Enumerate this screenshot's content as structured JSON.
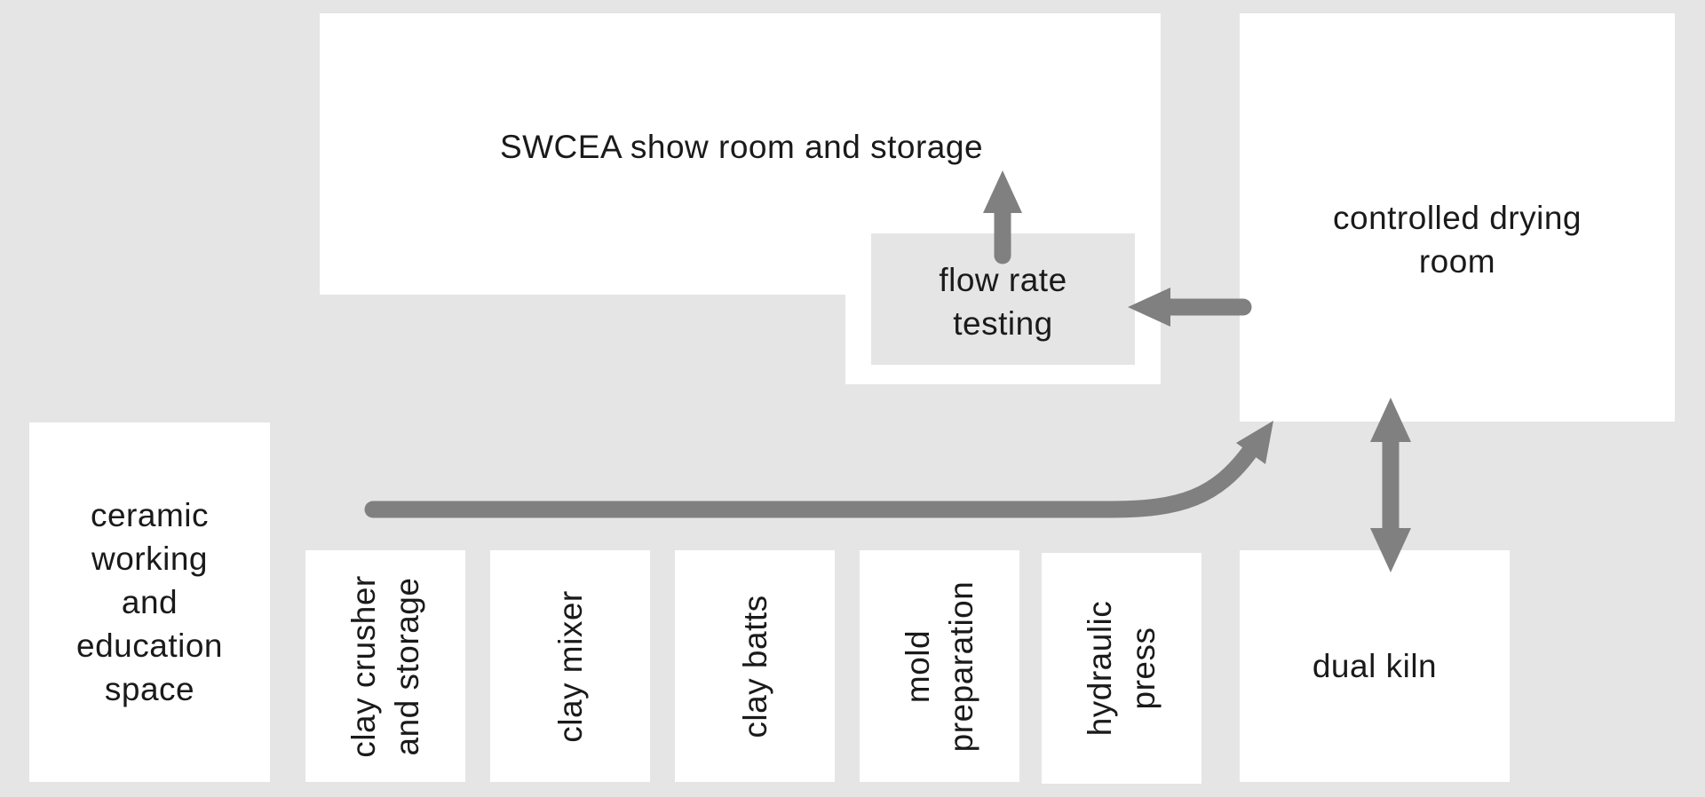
{
  "areas": {
    "showroom": "SWCEA show room and storage",
    "flow_rate_testing": "flow rate\ntesting",
    "drying_room": "controlled drying\nroom",
    "ceramic_space": "ceramic\nworking\nand\neducation\nspace",
    "clay_crusher": "clay crusher\nand storage",
    "clay_mixer": "clay mixer",
    "clay_batts": "clay batts",
    "mold_preparation": "mold\npreparation",
    "hydraulic_press": "hydraulic\npress",
    "dual_kiln": "dual kiln"
  },
  "colors": {
    "background": "#e5e5e5",
    "room": "#ffffff",
    "arrow": "#808080",
    "text": "#1a1a1a"
  }
}
